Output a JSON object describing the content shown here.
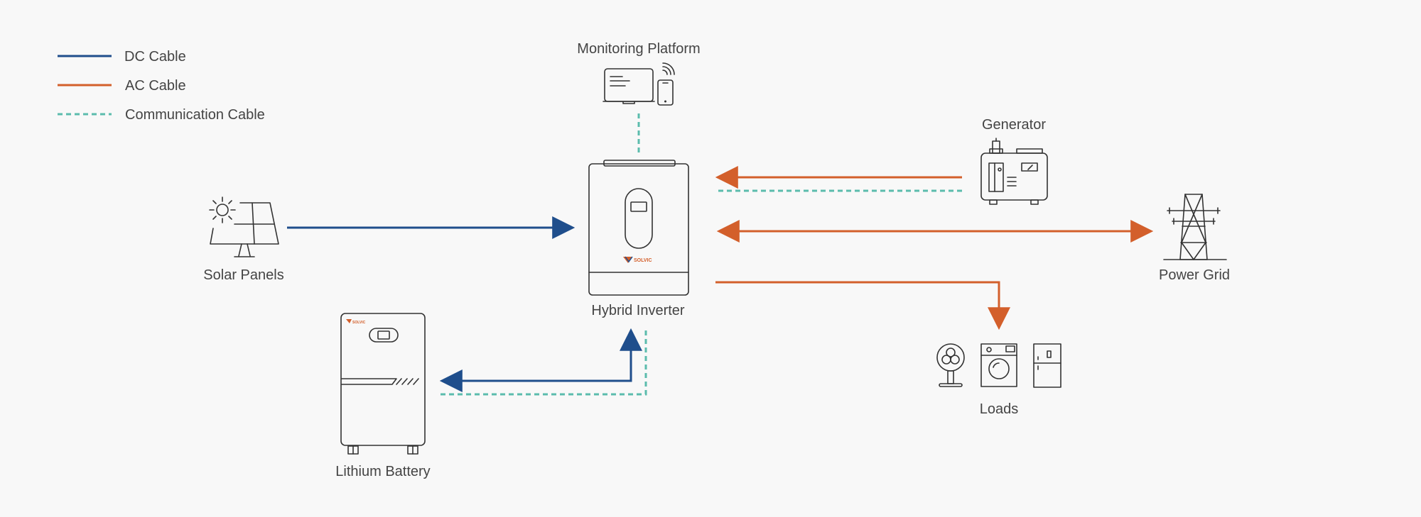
{
  "legend": {
    "dc": "DC Cable",
    "ac": "AC Cable",
    "comm": "Communication Cable"
  },
  "nodes": {
    "monitoring": "Monitoring Platform",
    "generator": "Generator",
    "solar": "Solar Panels",
    "inverter": "Hybrid Inverter",
    "grid": "Power Grid",
    "battery": "Lithium Battery",
    "loads": "Loads"
  },
  "brand": {
    "logo_text": "SOLVIC"
  },
  "colors": {
    "dc": "#1f4e8c",
    "ac": "#d35f2b",
    "comm": "#5bbcad",
    "icon": "#333333",
    "text": "#444444",
    "background": "#f8f8f8"
  }
}
